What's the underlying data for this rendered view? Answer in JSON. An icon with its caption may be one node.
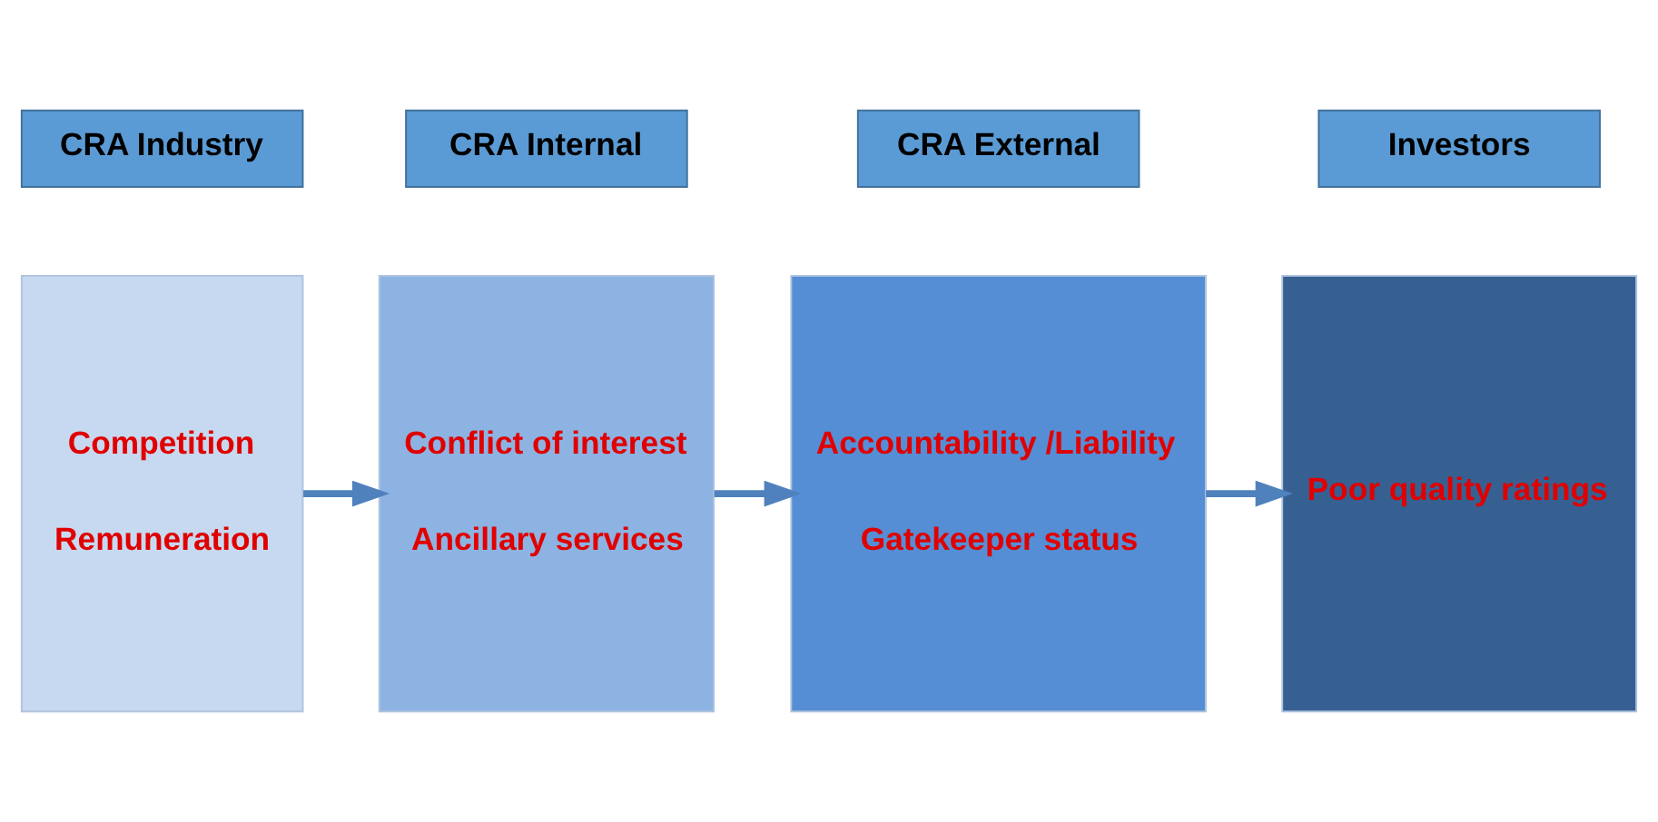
{
  "diagram": {
    "nodes": [
      {
        "text": [
          "CRA Industry"
        ]
      },
      {
        "text": [
          "CRA Internal"
        ]
      },
      {
        "text": [
          "CRA External"
        ]
      },
      {
        "text": [
          "Investors"
        ]
      },
      {
        "text": [
          "Competition",
          "Remuneration"
        ]
      },
      {
        "text": [
          "Conflict of interest",
          "Ancillary services"
        ]
      },
      {
        "text": [
          "Accountability /Liability",
          "Gatekeeper status"
        ]
      },
      {
        "text": [
          "Poor quality ratings"
        ]
      }
    ],
    "edges": [
      {
        "from": 4,
        "to": 5,
        "arrow": "to"
      },
      {
        "from": 5,
        "to": 6,
        "arrow": "to"
      },
      {
        "from": 6,
        "to": 7,
        "arrow": "to"
      }
    ]
  }
}
